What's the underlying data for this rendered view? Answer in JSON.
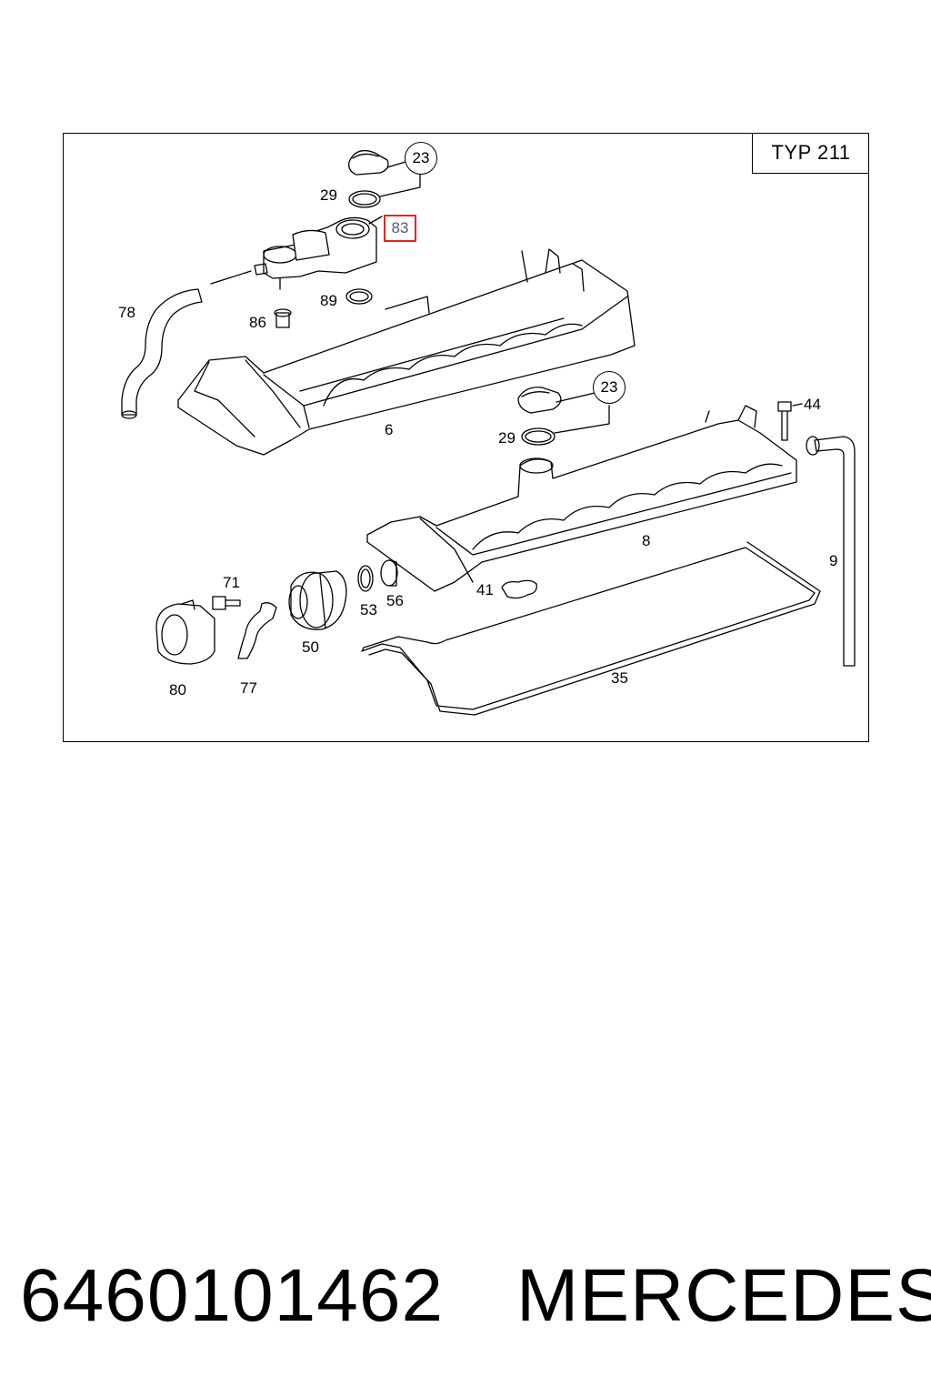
{
  "diagram": {
    "type_label": "TYP 211",
    "callouts": [
      {
        "id": "23",
        "style": "circle"
      },
      {
        "id": "29"
      },
      {
        "id": "83",
        "style": "highlight",
        "highlight_color": "#e0242b"
      },
      {
        "id": "78"
      },
      {
        "id": "89"
      },
      {
        "id": "86"
      },
      {
        "id": "6"
      },
      {
        "id": "23",
        "style": "circle"
      },
      {
        "id": "29"
      },
      {
        "id": "44"
      },
      {
        "id": "8"
      },
      {
        "id": "9"
      },
      {
        "id": "71"
      },
      {
        "id": "53"
      },
      {
        "id": "56"
      },
      {
        "id": "41"
      },
      {
        "id": "50"
      },
      {
        "id": "80"
      },
      {
        "id": "77"
      },
      {
        "id": "35"
      }
    ]
  },
  "caption": {
    "part_number": "6460101462",
    "brand": "MERCEDES"
  }
}
